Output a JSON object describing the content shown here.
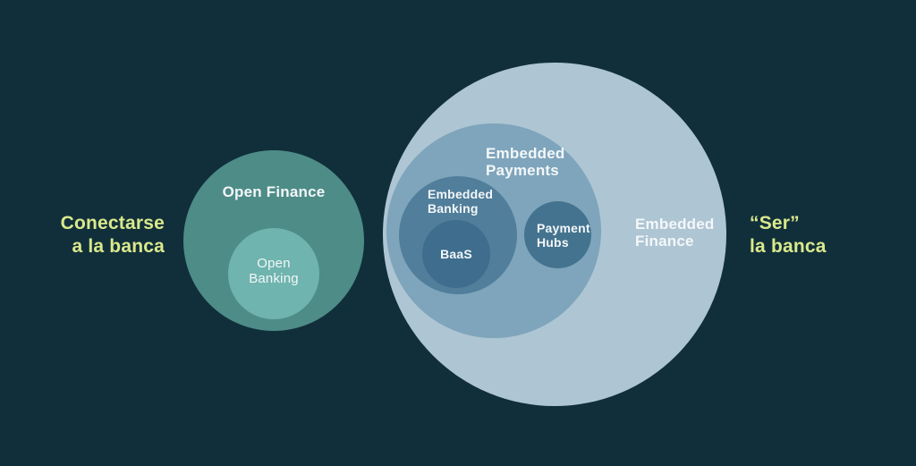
{
  "diagram": {
    "title_left": "Conectarse\na la banca",
    "title_right": "“Ser”\nla banca",
    "groups": {
      "open_finance": {
        "label": "Open Finance"
      },
      "open_banking": {
        "label": "Open\nBanking"
      },
      "embedded_finance": {
        "label": "Embedded\nFinance"
      },
      "embedded_payments": {
        "label": "Embedded\nPayments"
      },
      "embedded_banking": {
        "label": "Embedded\nBanking"
      },
      "baas": {
        "label": "BaaS"
      },
      "payment_hubs": {
        "label": "Payment\nHubs"
      }
    }
  },
  "colors": {
    "background": "#112F3B",
    "accent_text": "#DAE98B",
    "label_text": "#F3F7F9",
    "open_finance": "#4E8C87",
    "open_banking": "#6FB4AE",
    "embedded_finance": "#AEC5D3",
    "embedded_payments": "#7EA5BB",
    "embedded_banking": "#517E9B",
    "baas": "#3E6D8D",
    "payment_hubs": "#44738F"
  }
}
